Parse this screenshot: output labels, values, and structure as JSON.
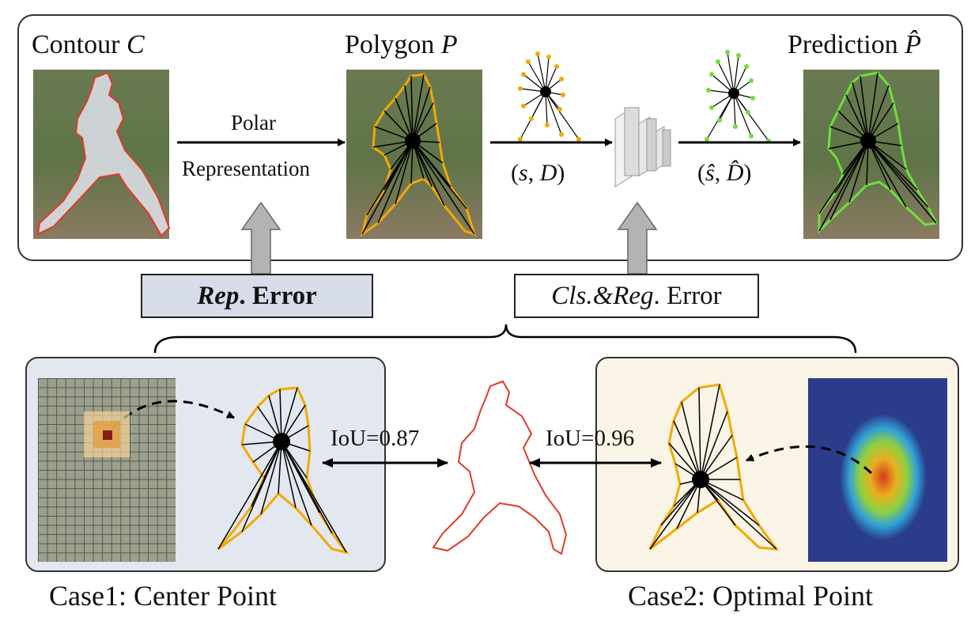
{
  "top": {
    "contour_title": "Contour ",
    "contour_sym": "C",
    "polygon_title": "Polygon ",
    "polygon_sym": "P",
    "prediction_title": "Prediction ",
    "prediction_sym": "P̂",
    "polar_line1": "Polar",
    "polar_line2": "Representation",
    "sD_open": "(",
    "sD_s": "s",
    "sD_sep": ", ",
    "sD_D": "D",
    "sD_close": ")",
    "shat_open": "(",
    "shat_s": "ŝ",
    "shat_sep": ", ",
    "shat_D": "D̂",
    "shat_close": ")"
  },
  "errors": {
    "rep_italic": "Rep",
    "rep_rest": ". Error",
    "cls_italic": "Cls.&Reg",
    "cls_rest": ". Error"
  },
  "bottom": {
    "iou1": "IoU=0.87",
    "iou2": "IoU=0.96",
    "case1": "Case1: Center Point",
    "case2": "Case2: Optimal Point"
  },
  "colors": {
    "contour": "#e03a2a",
    "polygon": "#f2a900",
    "prediction": "#6ee03c",
    "arrow_gray": "#b0b0b0"
  }
}
